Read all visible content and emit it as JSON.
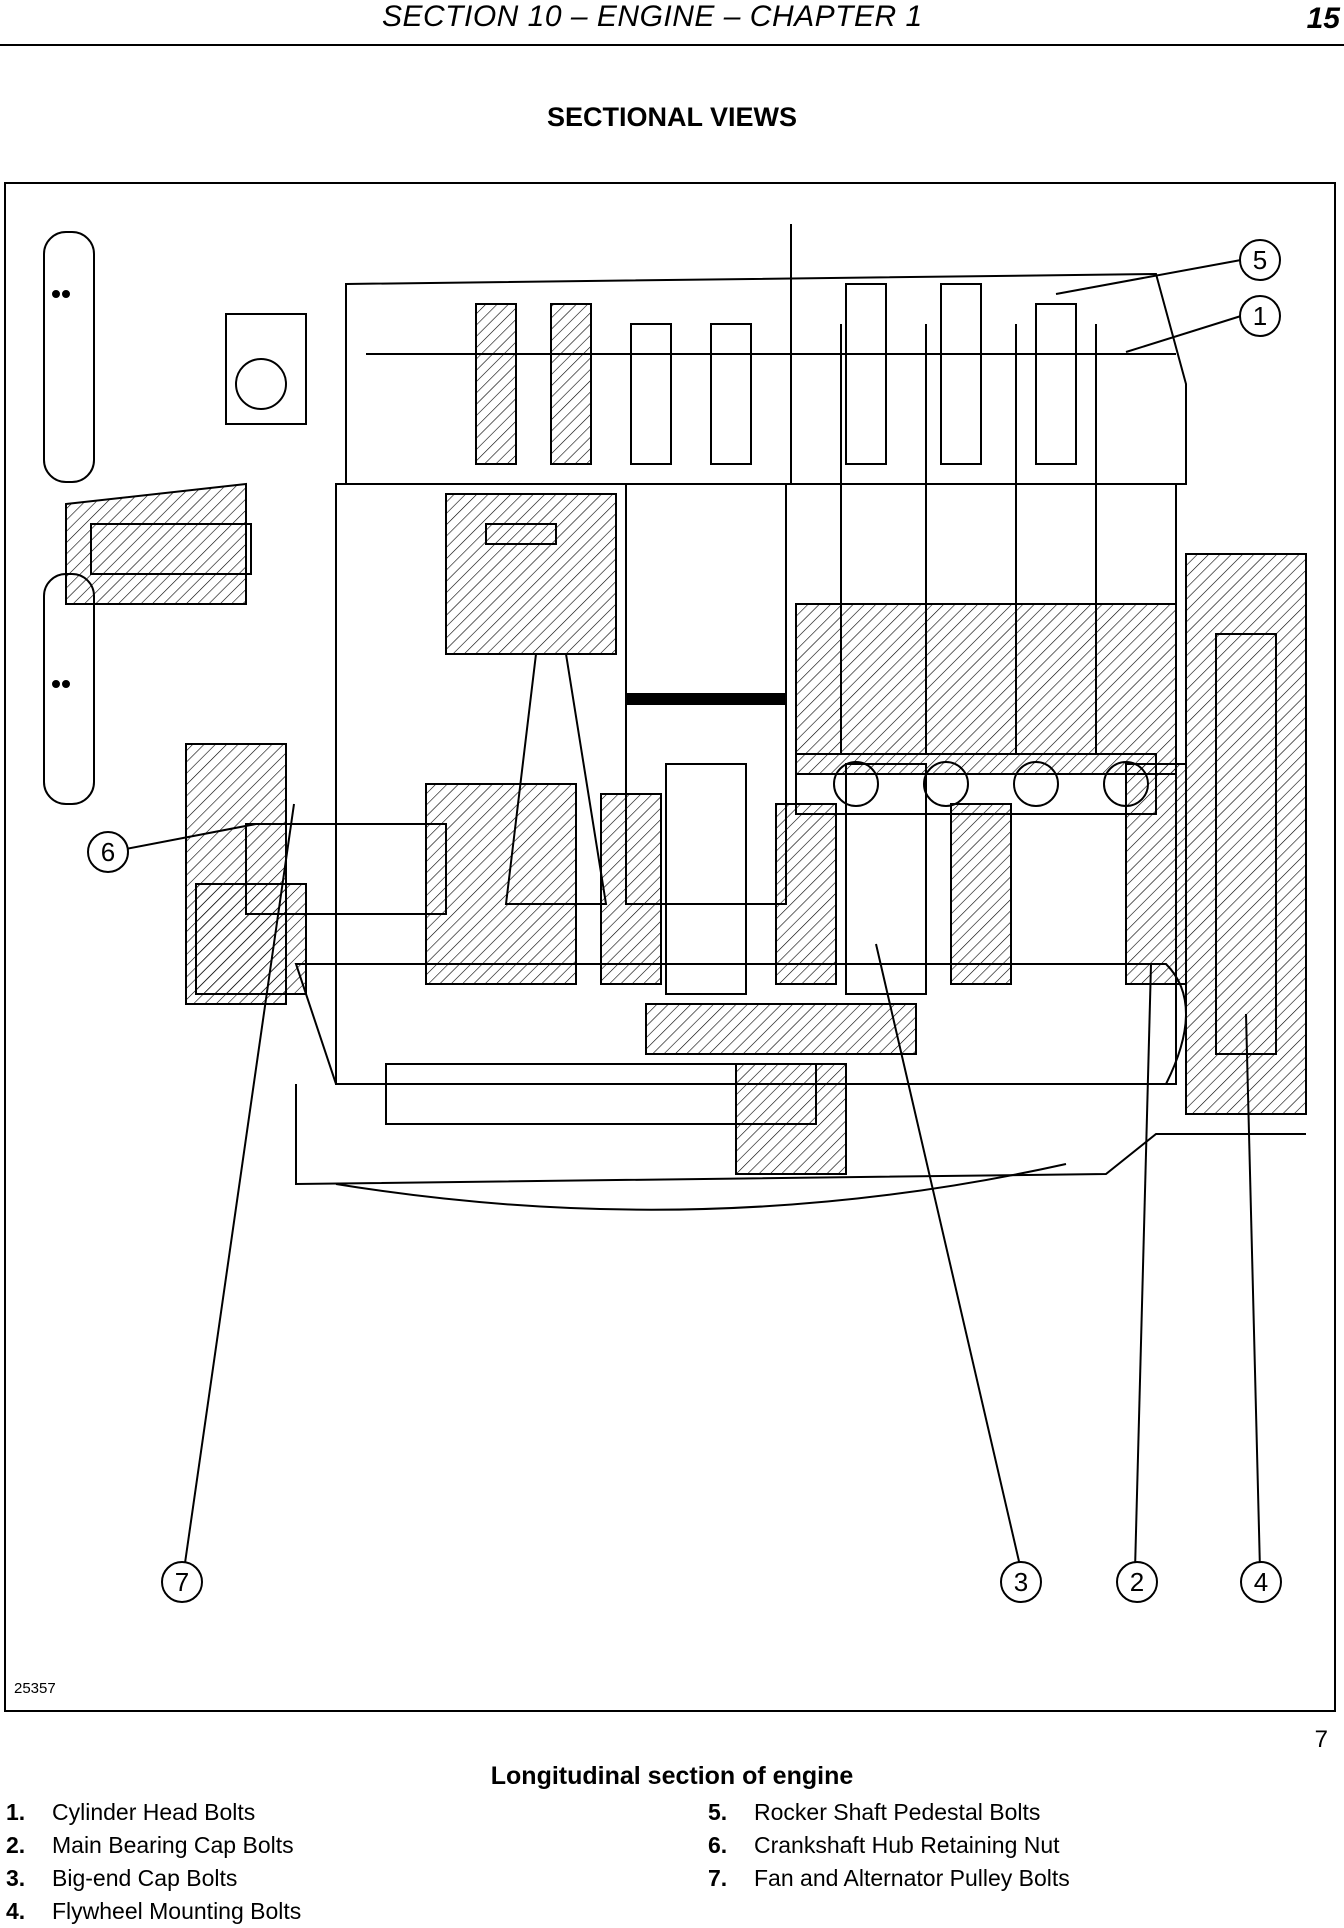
{
  "header": {
    "title": "SECTION 10 – ENGINE – CHAPTER 1",
    "page_number": "15"
  },
  "section_title": "SECTIONAL VIEWS",
  "figure": {
    "image_id": "25357",
    "number": "7",
    "callouts": [
      "1",
      "2",
      "3",
      "4",
      "5",
      "6",
      "7"
    ]
  },
  "caption": "Longitudinal section of engine",
  "legend": {
    "left": [
      {
        "num": "1.",
        "label": "Cylinder Head Bolts"
      },
      {
        "num": "2.",
        "label": "Main Bearing Cap Bolts"
      },
      {
        "num": "3.",
        "label": "Big-end Cap Bolts"
      },
      {
        "num": "4.",
        "label": "Flywheel Mounting Bolts"
      }
    ],
    "right": [
      {
        "num": "5.",
        "label": "Rocker Shaft Pedestal Bolts"
      },
      {
        "num": "6.",
        "label": "Crankshaft Hub Retaining Nut"
      },
      {
        "num": "7.",
        "label": "Fan and Alternator Pulley Bolts"
      }
    ]
  }
}
